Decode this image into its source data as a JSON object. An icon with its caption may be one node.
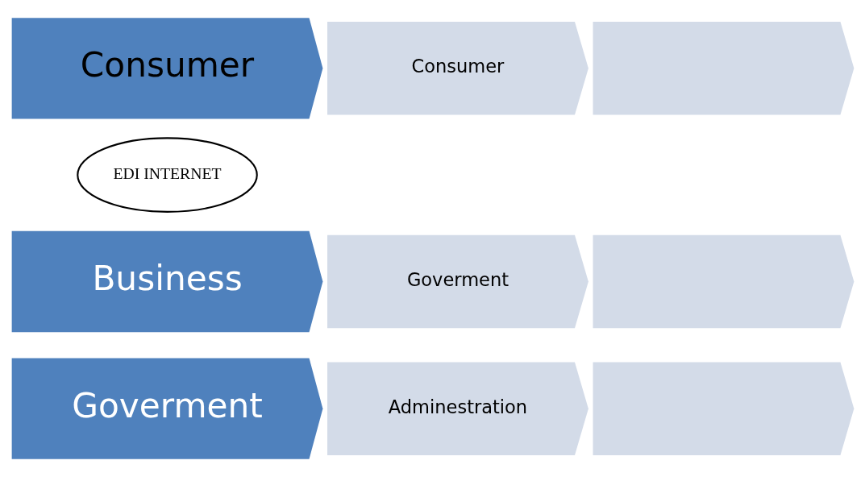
{
  "diagram": {
    "nodes": [
      {
        "text": [
          "Consumer"
        ]
      },
      {
        "text": [
          "Consumer"
        ]
      },
      {
        "text": [],
        "shape": "chevron"
      },
      {
        "text": [
          "EDI INTERNET"
        ]
      },
      {
        "text": [
          "Business"
        ]
      },
      {
        "text": [
          "Goverment"
        ]
      },
      {
        "text": [],
        "shape": "chevron"
      },
      {
        "text": [
          "Goverment"
        ]
      },
      {
        "text": [
          "Adminestration"
        ]
      },
      {
        "text": [],
        "shape": "chevron"
      }
    ]
  }
}
